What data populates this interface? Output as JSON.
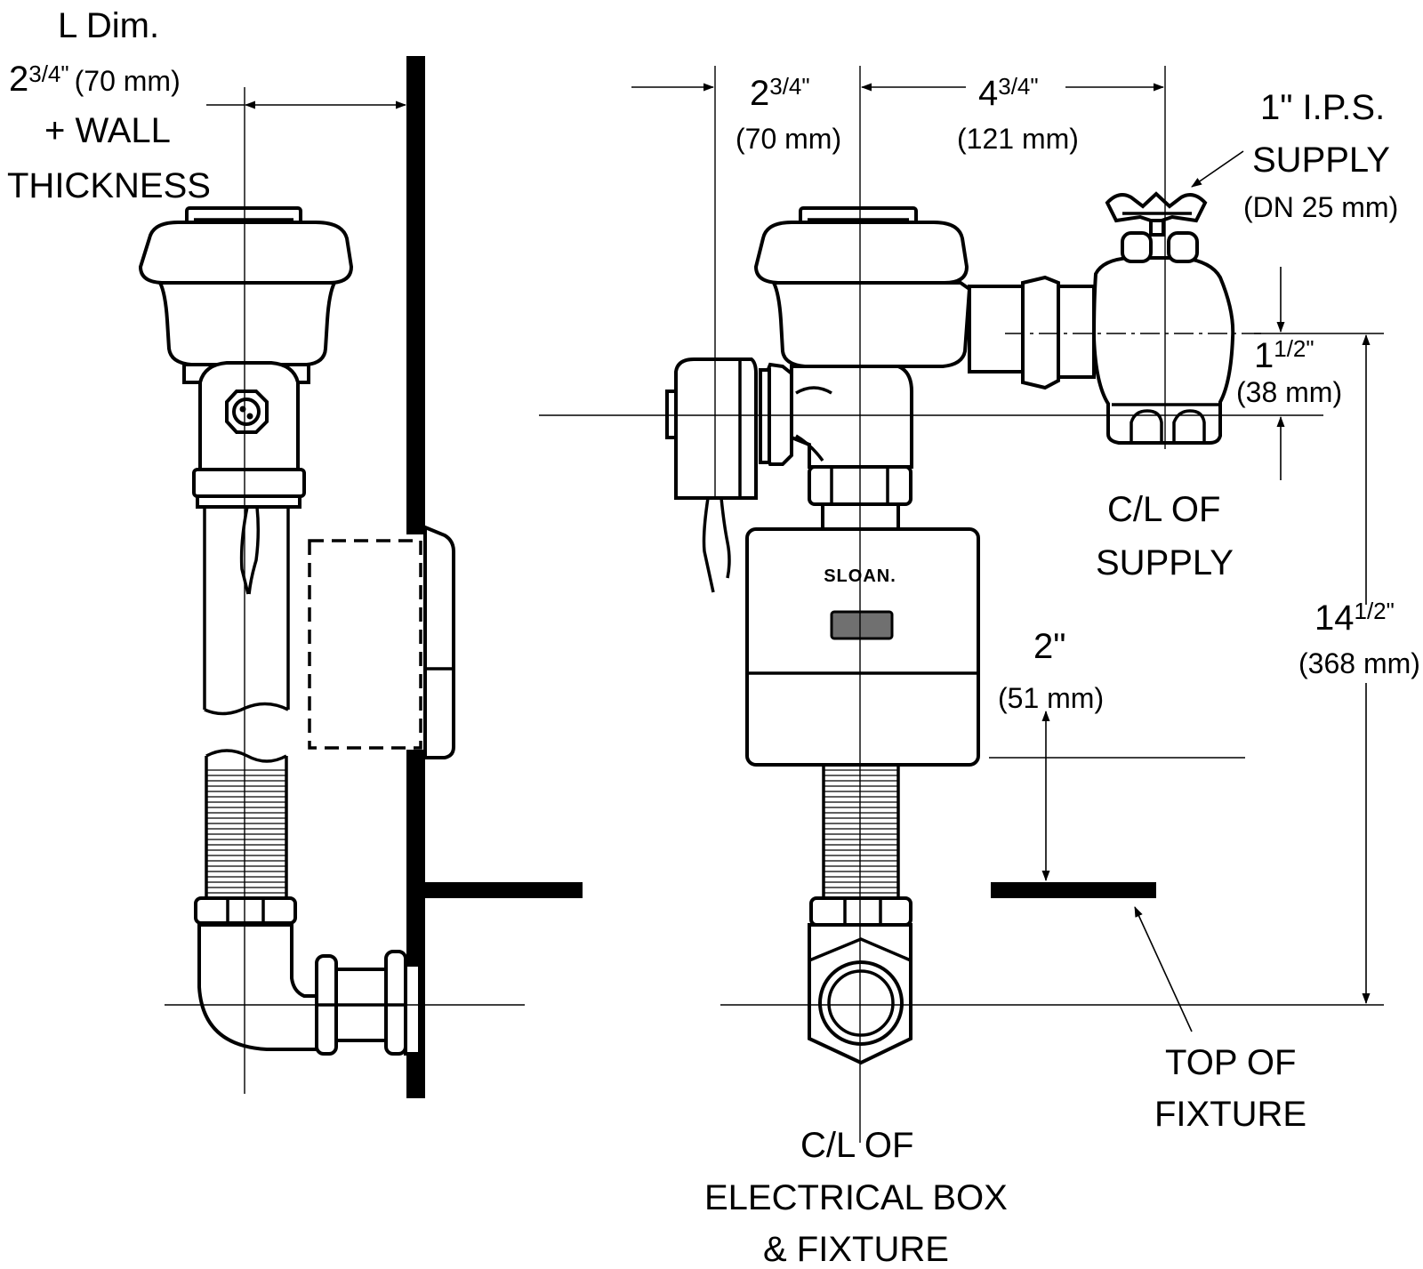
{
  "side_view": {
    "l_dim_label": "L Dim.",
    "l_dim_whole": "2",
    "l_dim_fraction": "3/4\"",
    "l_dim_metric": "(70 mm)",
    "l_dim_plus_wall": "+ WALL",
    "l_dim_thickness": "THICKNESS"
  },
  "front_view": {
    "dim_left_whole": "2",
    "dim_left_fraction": "3/4\"",
    "dim_left_metric": "(70 mm)",
    "dim_supply_whole": "4",
    "dim_supply_fraction": "3/4\"",
    "dim_supply_metric": "(121 mm)",
    "supply_label_1": "1\" I.P.S.",
    "supply_label_2": "SUPPLY",
    "supply_label_3": "(DN 25 mm)",
    "dim_rise_whole": "1",
    "dim_rise_fraction": "1/2\"",
    "dim_rise_metric": "(38 mm)",
    "cl_supply_1": "C/L OF",
    "cl_supply_2": "SUPPLY",
    "dim_total_whole": "14",
    "dim_total_fraction": "1/2\"",
    "dim_total_metric": "(368 mm)",
    "dim_box_whole": "2\"",
    "dim_box_metric": "(51 mm)",
    "brand": "SLOAN.",
    "top_fixture_1": "TOP OF",
    "top_fixture_2": "FIXTURE",
    "cl_box_1": "C/L OF",
    "cl_box_2": "ELECTRICAL BOX",
    "cl_box_3": "& FIXTURE"
  }
}
